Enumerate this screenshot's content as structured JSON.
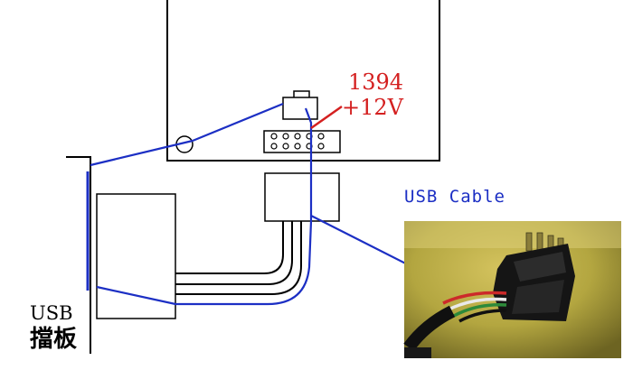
{
  "labels": {
    "connector_1394": "1394",
    "voltage": "+12V",
    "usb_cable": "USB Cable",
    "bracket_line1": "USB",
    "bracket_line2": "擋板"
  },
  "colors": {
    "wire_blue": "#1c2fc4",
    "wire_red": "#d42020",
    "outline": "#000000",
    "photo_background": "#b3a640",
    "connector_dark": "#151515"
  }
}
